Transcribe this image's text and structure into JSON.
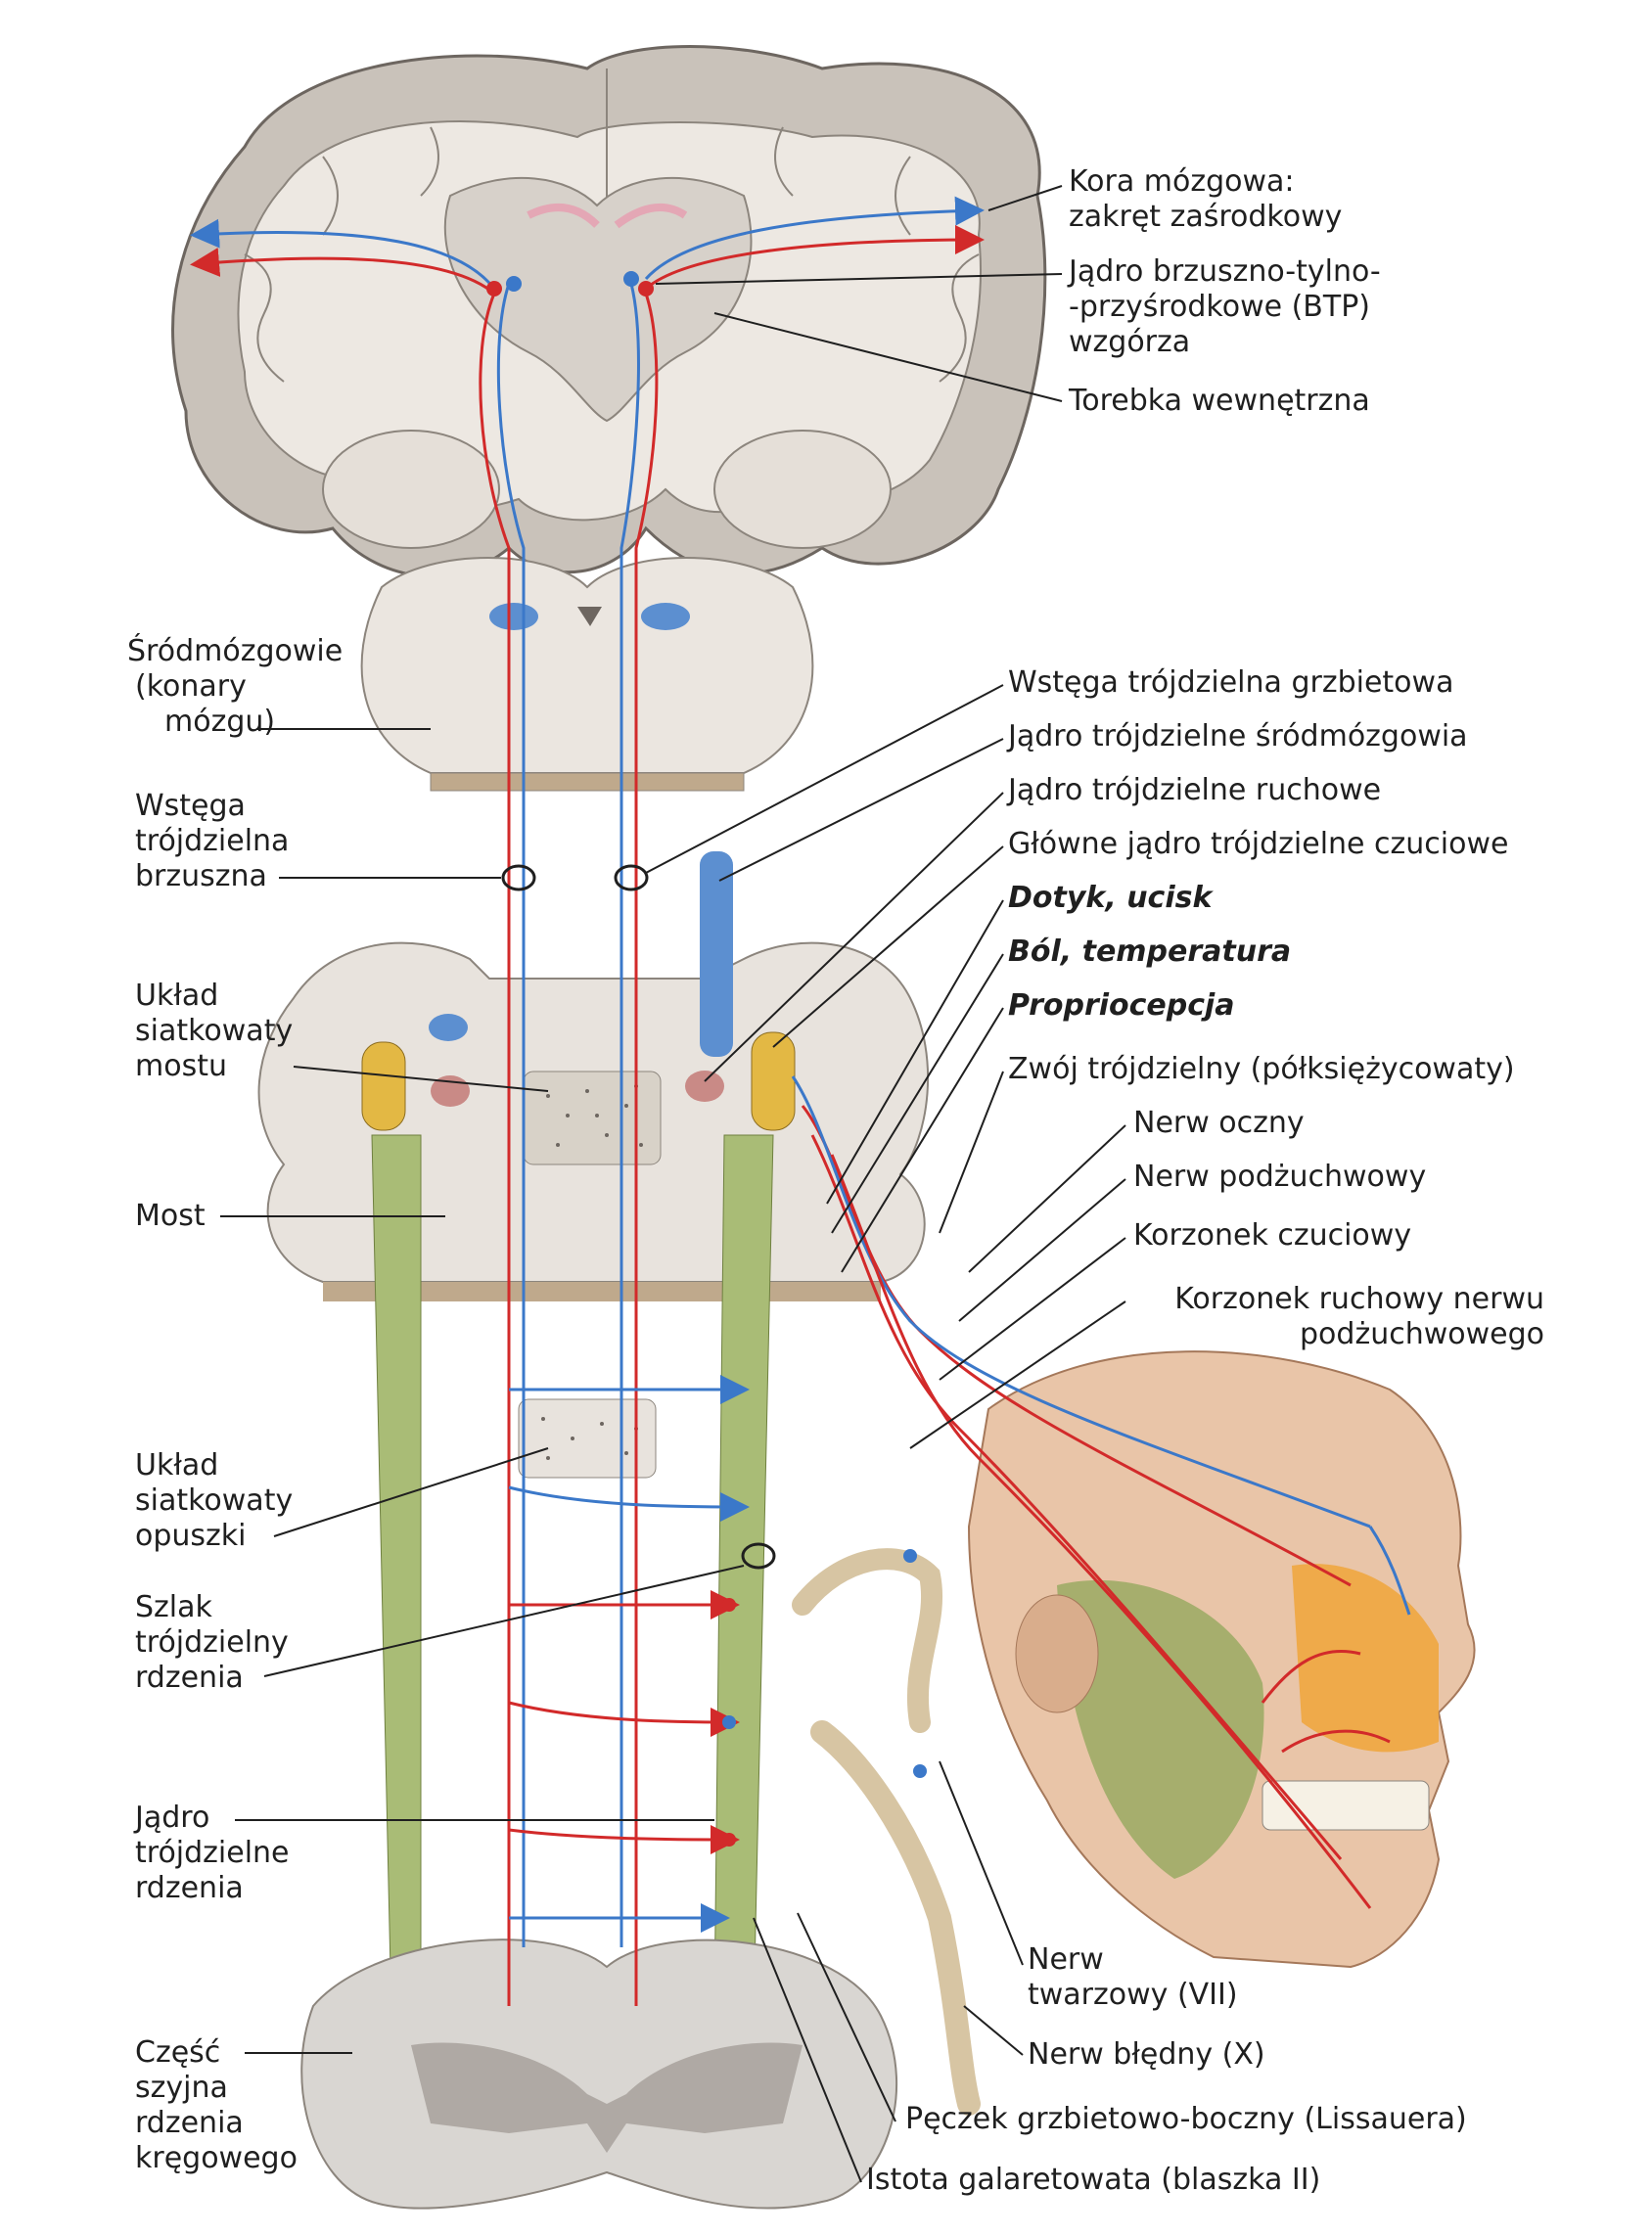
{
  "labels_right": {
    "kora_1": "Kora mózgowa:",
    "kora_2": "zakręt zaśrodkowy",
    "btp_1": "Jądro brzuszno-tylno-",
    "btp_2": "-przyśrodkowe (BTP)",
    "btp_3": "wzgórza",
    "torebka": "Torebka wewnętrzna",
    "wstega_grzbietowa": "Wstęga trójdzielna grzbietowa",
    "jadro_srodmozgowia": "Jądro trójdzielne śródmózgowia",
    "jadro_ruchowe": "Jądro trójdzielne ruchowe",
    "glowne_jadro": "Główne jądro trójdzielne czuciowe",
    "dotyk": "Dotyk, ucisk",
    "bol": "Ból, temperatura",
    "propriocepcja": "Propriocepcja",
    "zwoj": "Zwój trójdzielny (półksiężycowaty)",
    "nerw_oczny": "Nerw oczny",
    "nerw_podzuchwowy": "Nerw podżuchwowy",
    "korzonek_czuciowy": "Korzonek czuciowy",
    "korzonek_ruchowy_1": "Korzonek ruchowy nerwu",
    "korzonek_ruchowy_2": "podżuchwowego",
    "nerw_twarzowy_1": "Nerw",
    "nerw_twarzowy_2": "twarzowy (VII)",
    "nerw_bledny": "Nerw błędny (X)",
    "peczek": "Pęczek grzbietowo-boczny (Lissauera)",
    "istota": "Istota galaretowata (blaszka II)"
  },
  "labels_left": {
    "srodmozgowie_1": "Śródmózgowie",
    "srodmozgowie_2": "(konary",
    "srodmozgowie_3": "mózgu)",
    "wstega_brzuszna_1": "Wstęga",
    "wstega_brzuszna_2": "trójdzielna",
    "wstega_brzuszna_3": "brzuszna",
    "uklad_mostu_1": "Układ",
    "uklad_mostu_2": "siatkowaty",
    "uklad_mostu_3": "mostu",
    "most": "Most",
    "uklad_opuszki_1": "Układ",
    "uklad_opuszki_2": "siatkowaty",
    "uklad_opuszki_3": "opuszki",
    "szlak_1": "Szlak",
    "szlak_2": "trójdzielny",
    "szlak_3": "rdzenia",
    "jadro_rdzenia_1": "Jądro",
    "jadro_rdzenia_2": "trójdzielne",
    "jadro_rdzenia_3": "rdzenia",
    "czesc_1": "Część",
    "czesc_2": "szyjna",
    "czesc_3": "rdzenia",
    "czesc_4": "kręgowego"
  },
  "colors": {
    "pathway_red": "#d22a2a",
    "pathway_blue": "#3b78c9",
    "tract_green": "#8fa55a",
    "tissue_gray": "#d9d6d2",
    "cortex_gray": "#bdb7b0",
    "nucleus_yellow": "#e3b844",
    "face_orange": "#f0a53a"
  }
}
